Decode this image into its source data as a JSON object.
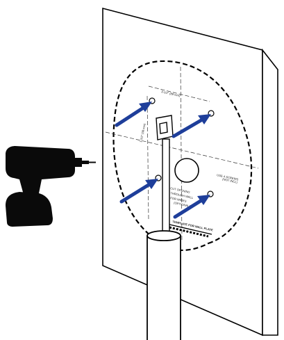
{
  "labels": {
    "top_dimension": "3-1/2\" (89 mm)",
    "side_dimension": "1-1/2\" (38 mm)",
    "right_note_line1": "USE 4 SCREWS",
    "right_note_line2": "(NOT INCL)",
    "center_note_line1": "CUT OPENING",
    "center_note_line2": "THROUGH WALL",
    "center_note_line3": "FOR WIRES",
    "center_note_line4": "(OPTIONAL)",
    "bottom_note": "TEMPLATE FOR WALL PLATE"
  },
  "colors": {
    "arrow": "#1e3e9a",
    "outline": "#000000",
    "drill": "#0a0a0a"
  },
  "icons": {
    "tool": "cordless-drill-icon",
    "arrow": "arrow-icon",
    "screw": "screw-hole-icon"
  }
}
